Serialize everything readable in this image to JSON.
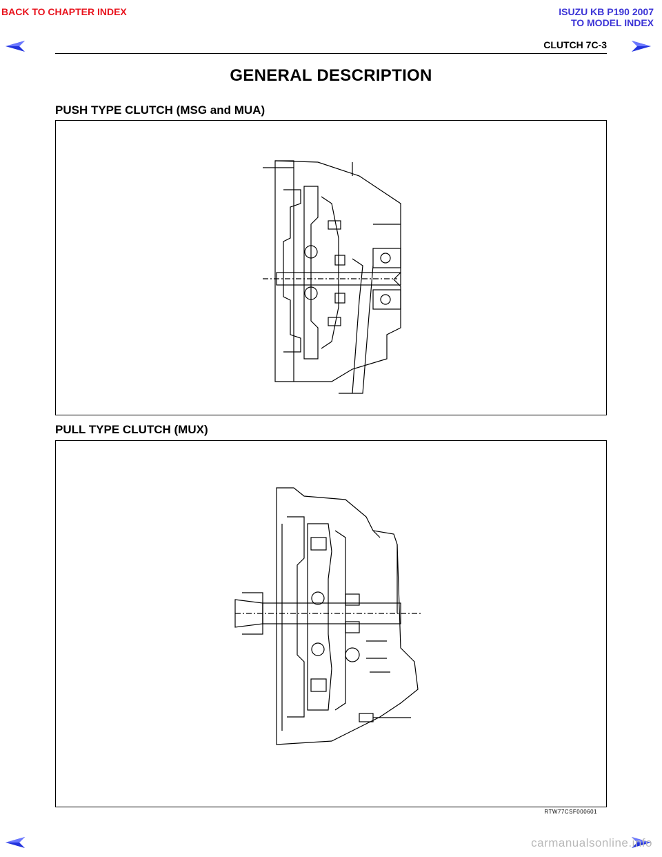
{
  "nav": {
    "back_to_chapter": "BACK TO CHAPTER INDEX",
    "model_title": "ISUZU KB P190 2007",
    "to_model_index": "TO MODEL INDEX"
  },
  "header": {
    "page_label": "CLUTCH  7C-3"
  },
  "title": "GENERAL DESCRIPTION",
  "sections": [
    {
      "heading": "PUSH TYPE CLUTCH (MSG and MUA)"
    },
    {
      "heading": "PULL TYPE CLUTCH (MUX)"
    }
  ],
  "figure_code": "RTW77CSF000601",
  "watermark": "carmanualsonline.info",
  "icons": {
    "arrow_color": "#2233dd",
    "nav_red": "#e8141e",
    "nav_blue": "#3b33d6"
  }
}
